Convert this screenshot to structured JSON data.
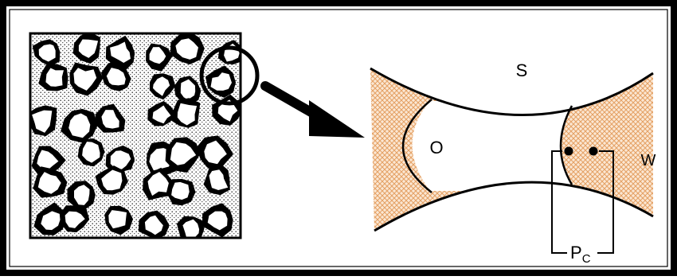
{
  "diagram": {
    "labels": {
      "solid": "S",
      "oil": "O",
      "water": "W",
      "capillary_pressure_main": "P",
      "capillary_pressure_sub": "C"
    },
    "colors": {
      "frame": "#000000",
      "water_fill": "#e8a86a",
      "grain_ink": "#000000",
      "background": "#ffffff"
    }
  }
}
